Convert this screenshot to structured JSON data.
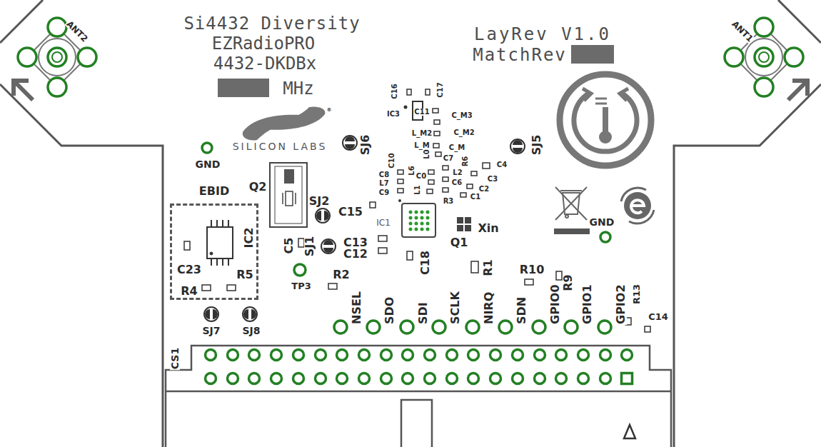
{
  "diagram": {
    "nodes": [
      {
        "text": [
          "EBID",
          "C23",
          "IC2",
          "R5",
          "R4"
        ]
      }
    ],
    "labels": [
      "ANT2",
      "ANT1",
      "Si4432 Diversity",
      "EZRadioPRO",
      "4432-DKDBx",
      "MHz",
      "LayRev V1.0",
      "MatchRev",
      "SILICON LABS",
      "GND",
      "Q2",
      "SJ6",
      "SJ5",
      "C16",
      "C17",
      "IC3",
      "C11",
      "C_M3",
      "L_M2",
      "C_M2",
      "L_M",
      "C_M",
      "C10",
      "L0",
      "C7",
      "R6",
      "C4",
      "L2",
      "C3",
      "C8",
      "L7",
      "L6",
      "C0",
      "C6",
      "C2",
      "C9",
      "L1",
      "C1",
      "R3",
      "IC1",
      "C15",
      "SJ2",
      "Xin",
      "Q1",
      "C5",
      "SJ1",
      "C13",
      "C12",
      "C18",
      "R1",
      "R10",
      "R9",
      "GND",
      "TP3",
      "R2",
      "SJ7",
      "SJ8",
      "CS1",
      "NSEL",
      "SDO",
      "SDI",
      "SCLK",
      "NIRQ",
      "SDN",
      "GPIO0",
      "GPIO1",
      "GPIO2",
      "R13",
      "C14",
      "®"
    ]
  }
}
